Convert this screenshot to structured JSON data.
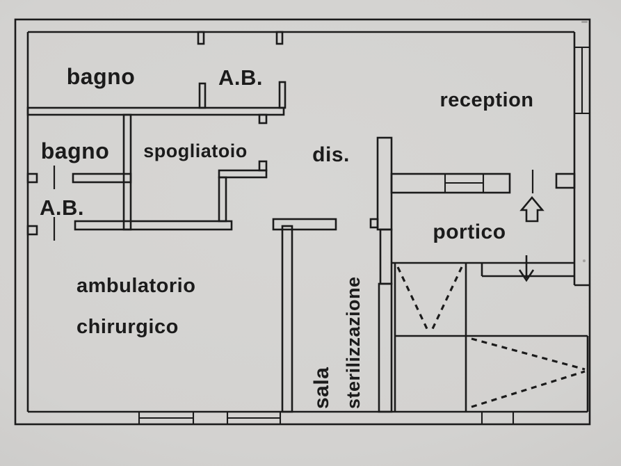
{
  "document": {
    "type": "floor-plan",
    "language": "it"
  },
  "colors": {
    "paper": "#d4d3d1",
    "ink": "#1b1b1b"
  },
  "rooms": {
    "bagno_top": {
      "label": "bagno"
    },
    "ab_top": {
      "label": "A.B."
    },
    "reception": {
      "label": "reception"
    },
    "bagno_left": {
      "label": "bagno"
    },
    "spogliatoio": {
      "label": "spogliatoio"
    },
    "dis": {
      "label": "dis."
    },
    "ab_left": {
      "label": "A.B."
    },
    "ambulatorio": {
      "line1": "ambulatorio",
      "line2": "chirurgico"
    },
    "portico": {
      "label": "portico"
    },
    "sala_sterilizzazione": {
      "line1": "sala",
      "line2": "sterilizzazione"
    }
  },
  "symbols": {
    "entry_arrow": "up-arrow-outline",
    "exit_arrow": "down-arrow",
    "stair_direction": "dashed-chevron",
    "door_mark": "short-dash",
    "window_mark": "triple-line-window"
  }
}
